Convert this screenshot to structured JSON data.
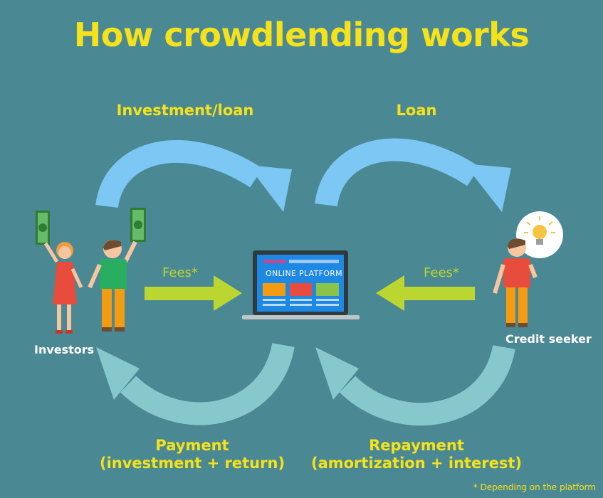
{
  "diagram": {
    "title": "How crowdlending works",
    "flows": {
      "investment": "Investment/loan",
      "loan": "Loan",
      "payment": "Payment",
      "payment_detail": "(investment + return)",
      "repayment": "Repayment",
      "repayment_detail": "(amortization + interest)",
      "fees_left": "Fees*",
      "fees_right": "Fees*"
    },
    "actors": {
      "investors": "Investors",
      "credit_seeker": "Credit seeker"
    },
    "platform": {
      "label": "ONLINE PLATFORM"
    },
    "footnote": "* Depending on the platform",
    "colors": {
      "background": "#4a8894",
      "title": "#f6e21a",
      "arrow_top": "#7cc7f4",
      "arrow_bottom": "#86c8cc",
      "fee_arrow": "#bcd631"
    }
  }
}
